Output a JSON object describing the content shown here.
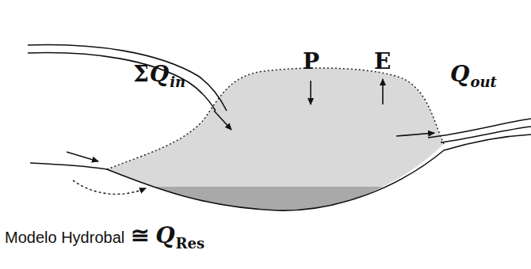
{
  "diagram": {
    "labels": [
      "Σ",
      "Q",
      "in",
      "P",
      "E",
      "Q",
      "out",
      "Modelo Hydrobal",
      "≅",
      "Q",
      "Res"
    ]
  }
}
